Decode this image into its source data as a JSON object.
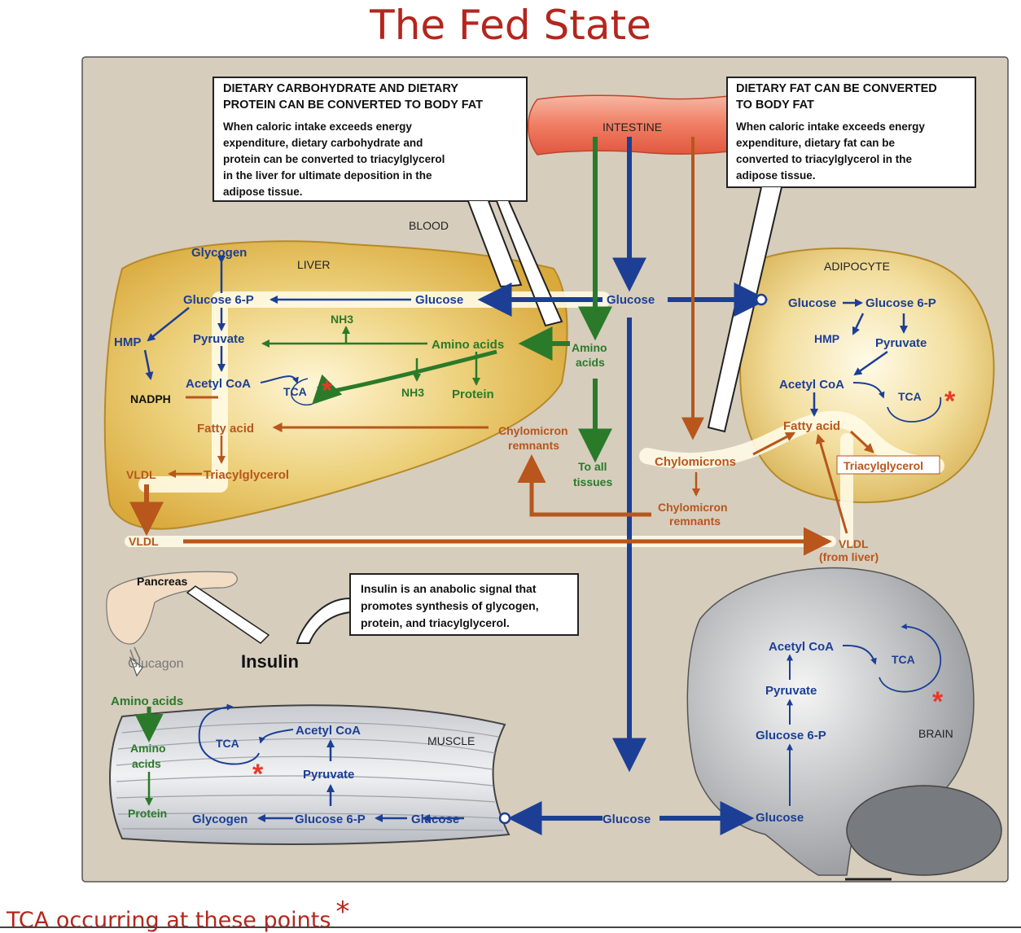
{
  "title": "The Fed State",
  "footer": "TCA occurring at these points",
  "footer_mark": "*",
  "callouts": {
    "carb": {
      "heading1": "DIETARY CARBOHYDRATE AND DIETARY",
      "heading2": "PROTEIN CAN BE CONVERTED TO BODY FAT",
      "body": [
        "When caloric intake exceeds energy",
        "expenditure, dietary carbohydrate and",
        "protein can be converted to triacylglycerol",
        "in the liver for ultimate deposition in the",
        "adipose tissue."
      ]
    },
    "fat": {
      "heading1": "DIETARY FAT CAN BE CONVERTED",
      "heading2": "TO BODY FAT",
      "body": [
        "When caloric intake exceeds energy",
        "expenditure, dietary fat can be",
        "converted to triacylglycerol  in the",
        "adipose tissue."
      ]
    },
    "insulin": {
      "body": [
        "Insulin is an anabolic signal that",
        "promotes synthesis of glycogen,",
        "protein, and triacylglycerol."
      ]
    }
  },
  "regions": {
    "intestine": "INTESTINE",
    "blood": "BLOOD",
    "liver": "LIVER",
    "adipocyte": "ADIPOCYTE",
    "muscle": "MUSCLE",
    "brain": "BRAIN",
    "pancreas": "Pancreas"
  },
  "liver": {
    "glycogen": "Glycogen",
    "glucose6p": "Glucose 6-P",
    "glucose": "Glucose",
    "hmp": "HMP",
    "pyruvate": "Pyruvate",
    "nh3_top": "NH3",
    "amino_acids": "Amino acids",
    "nadph": "NADPH",
    "acetyl_coa": "Acetyl CoA",
    "tca": "TCA",
    "nh3_bottom": "NH3",
    "protein": "Protein",
    "fatty_acid": "Fatty acid",
    "chylo_remnants": [
      "Chylomicron",
      "remnants"
    ],
    "vldl": "VLDL",
    "triacylglycerol": "Triacylglycerol",
    "vldl_out": "VLDL"
  },
  "blood": {
    "glucose": "Glucose",
    "amino_acids": [
      "Amino",
      "acids"
    ],
    "to_all_tissues": [
      "To all",
      "tissues"
    ],
    "chylomicrons": "Chylomicrons",
    "chylo_remnants": [
      "Chylomicron",
      "remnants"
    ],
    "vldl_from_liver": [
      "VLDL",
      "(from liver)"
    ],
    "glucose_bottom": "Glucose"
  },
  "adipocyte": {
    "glucose": "Glucose",
    "glucose6p": "Glucose 6-P",
    "hmp": "HMP",
    "pyruvate": "Pyruvate",
    "acetyl_coa": "Acetyl CoA",
    "tca": "TCA",
    "fatty_acid": "Fatty acid",
    "triacylglycerol": "Triacylglycerol"
  },
  "pancreas": {
    "glucagon": "Glucagon",
    "insulin": "Insulin"
  },
  "muscle": {
    "amino_acids_in": "Amino acids",
    "amino_acids": [
      "Amino",
      "acids"
    ],
    "protein": "Protein",
    "tca": "TCA",
    "acetyl_coa": "Acetyl CoA",
    "pyruvate": "Pyruvate",
    "glycogen": "Glycogen",
    "glucose6p": "Glucose 6-P",
    "glucose": "Glucose"
  },
  "brain": {
    "acetyl_coa": "Acetyl CoA",
    "tca": "TCA",
    "pyruvate": "Pyruvate",
    "glucose6p": "Glucose 6-P",
    "glucose": "Glucose"
  },
  "tca_marker": "*",
  "colors": {
    "title": "#b3261e",
    "blue": "#1c3f95",
    "green": "#2a7a2a",
    "orange": "#b8561c",
    "background": "#d6cdbd",
    "liver": "#e8c45a",
    "marker": "#e8382a"
  }
}
